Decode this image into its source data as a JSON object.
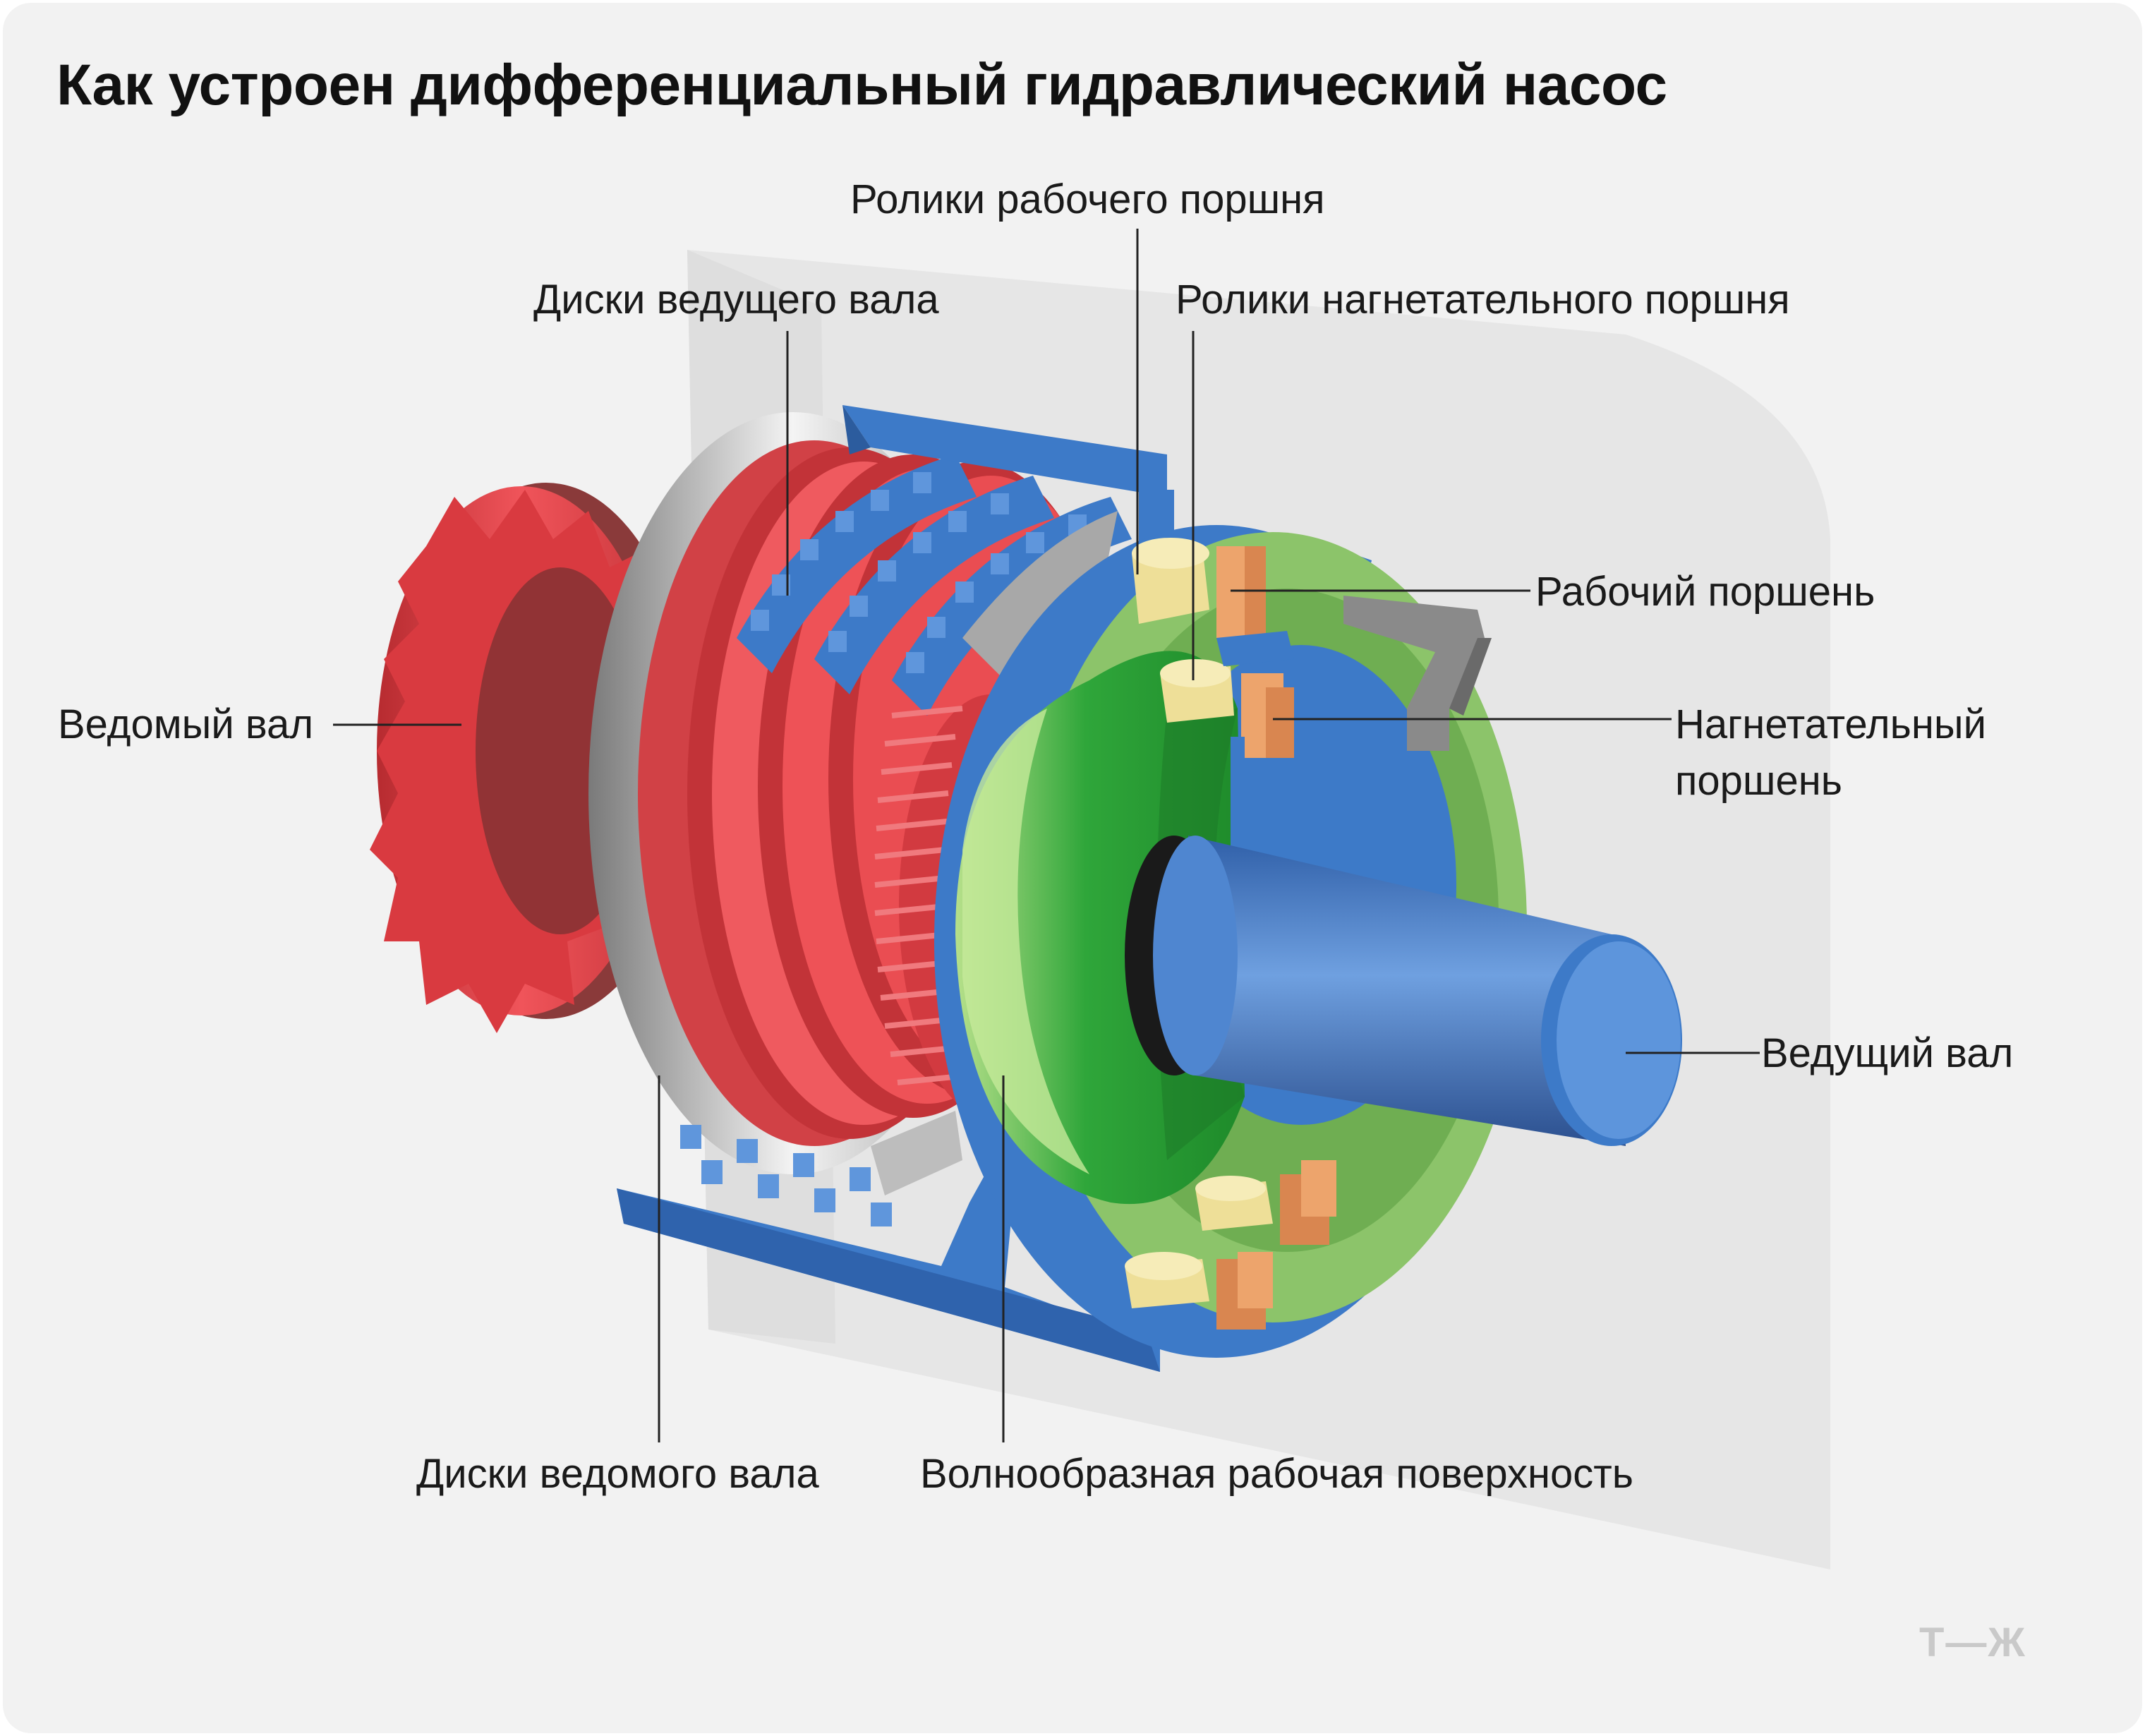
{
  "title": "Как устроен дифференциальный гидравлический насос",
  "labels": {
    "working_piston_rollers": "Ролики рабочего поршня",
    "drive_shaft_discs": "Диски ведущего вала",
    "pressure_piston_rollers": "Ролики нагнетательного поршня",
    "working_piston": "Рабочий поршень",
    "driven_shaft": "Ведомый вал",
    "pressure_piston_line1": "Нагнетательный",
    "pressure_piston_line2": "поршень",
    "drive_shaft": "Ведущий вал",
    "driven_shaft_discs": "Диски ведомого вала",
    "wave_surface": "Волнообразная рабочая поверхность"
  },
  "logo": "Т—Ж",
  "colors": {
    "background": "#f2f2f2",
    "red": "#e2464c",
    "blue": "#3d7ac8",
    "green": "#2ea83a",
    "light_green": "#8cc46a",
    "yellow": "#eedf98",
    "orange": "#eda46c",
    "gray": "#8a8a8a"
  }
}
